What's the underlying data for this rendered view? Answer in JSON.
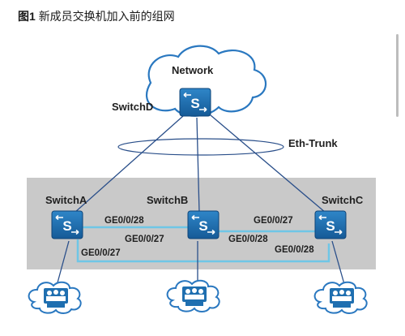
{
  "title": {
    "figure_no": "图1",
    "text": "新成员交换机加入前的组网"
  },
  "network": {
    "cloud_label": "Network"
  },
  "switches": [
    {
      "id": "switchD",
      "label": "SwitchD"
    },
    {
      "id": "switchA",
      "label": "SwitchA"
    },
    {
      "id": "switchB",
      "label": "SwitchB"
    },
    {
      "id": "switchC",
      "label": "SwitchC"
    }
  ],
  "trunk": {
    "label": "Eth-Trunk"
  },
  "ports": [
    {
      "name": "port-a-1",
      "label": "GE0/0/28"
    },
    {
      "name": "port-b-1",
      "label": "GE0/0/27"
    },
    {
      "name": "port-a-2",
      "label": "GE0/0/27"
    },
    {
      "name": "port-c-1",
      "label": "GE0/0/27"
    },
    {
      "name": "port-b-2",
      "label": "GE0/0/28"
    },
    {
      "name": "port-c-2",
      "label": "GE0/0/28"
    }
  ],
  "colors": {
    "stack_box": "#c9c9c9",
    "switch_fill": "#1f6fb0",
    "stack_link": "#6fc6e6",
    "uplink": "#2a4f8a"
  }
}
